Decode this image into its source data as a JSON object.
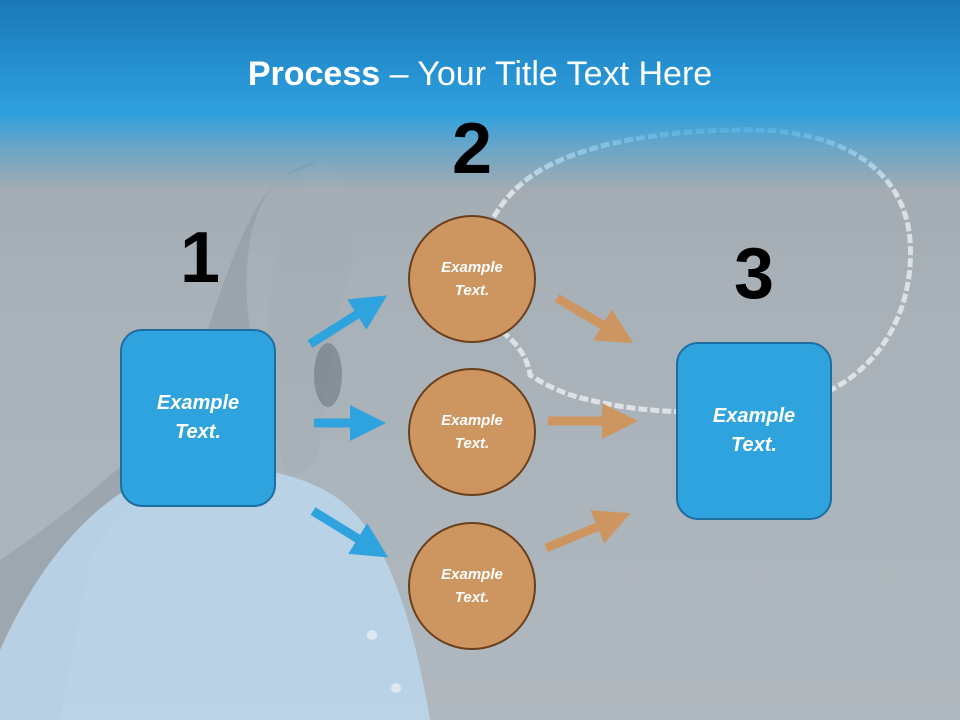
{
  "title": {
    "bold": "Process",
    "rest": " – Your Title Text Here"
  },
  "steps": [
    {
      "number": "1",
      "label": "Example Text."
    },
    {
      "number": "2",
      "label": "Example Text."
    },
    {
      "number": "3",
      "label": "Example Text."
    }
  ],
  "circles": [
    {
      "label": "Example Text."
    },
    {
      "label": "Example Text."
    },
    {
      "label": "Example Text."
    }
  ],
  "colors": {
    "header_blue": "#2590d0",
    "box_blue": "#2fa3de",
    "circle_brown": "#cd9660",
    "arrow_blue": "#2fa3de",
    "arrow_brown": "#cd9660"
  }
}
